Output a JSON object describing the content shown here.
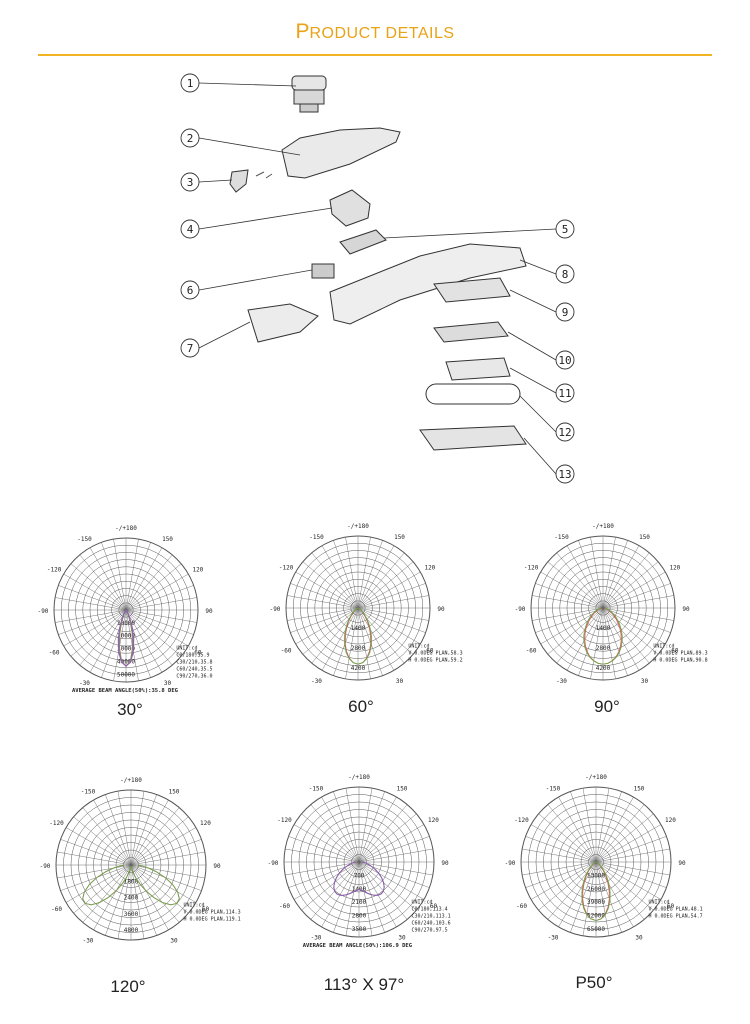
{
  "header": {
    "title_first": "P",
    "title_rest": "RODUCT DETAILS"
  },
  "parts": [
    "1",
    "2",
    "3",
    "4",
    "5",
    "6",
    "7",
    "8",
    "9",
    "10",
    "11",
    "12",
    "13"
  ],
  "diagrams": [
    {
      "caption": "30°",
      "angles": [
        "-/+180",
        "150",
        "-150",
        "120",
        "-120",
        "90",
        "-90",
        "60",
        "-60",
        "30",
        "-30"
      ],
      "radial": [
        "10000",
        "20000",
        "30000",
        "40000",
        "50000"
      ],
      "legend": [
        "UNIT:cd",
        "C0/180,35.9",
        "C30/210,35.8",
        "C60/240,35.5",
        "C90/270,36.0"
      ],
      "note": "AVERAGE BEAM ANGLE(50%):35.8 DEG"
    },
    {
      "caption": "60°",
      "angles": [
        "-/+180",
        "150",
        "-150",
        "120",
        "-120",
        "90",
        "-90",
        "60",
        "-60",
        "30",
        "-30"
      ],
      "radial": [
        "1400",
        "2800",
        "4200"
      ],
      "legend": [
        "UNIT:cd",
        "V 0.0DEG PLAN,58.3",
        "H 0.0DEG PLAN,59.2"
      ],
      "note": ""
    },
    {
      "caption": "90°",
      "angles": [
        "-/+180",
        "150",
        "-150",
        "120",
        "-120",
        "90",
        "-90",
        "60",
        "-60",
        "30",
        "-30"
      ],
      "radial": [
        "1400",
        "2800",
        "4200"
      ],
      "legend": [
        "UNIT:cd",
        "V 0.0DEG PLAN,89.3",
        "H 0.0DEG PLAN,90.8"
      ],
      "note": ""
    },
    {
      "caption": "120°",
      "angles": [
        "-/+180",
        "150",
        "-150",
        "120",
        "-120",
        "90",
        "-90",
        "60",
        "-60",
        "30",
        "-30"
      ],
      "radial": [
        "1800",
        "2400",
        "3600",
        "4800"
      ],
      "legend": [
        "UNIT:cd",
        "V 0.0DEG PLAN,114.3",
        "H 0.0DEG PLAN,119.1"
      ],
      "note": ""
    },
    {
      "caption": "113° X 97°",
      "angles": [
        "-/+180",
        "150",
        "-150",
        "120",
        "-120",
        "90",
        "-90",
        "60",
        "-60",
        "30",
        "-30"
      ],
      "radial": [
        "700",
        "1400",
        "2100",
        "2800",
        "3500"
      ],
      "legend": [
        "UNIT:cd",
        "C0/180,113.4",
        "C30/210,113.1",
        "C60/240,103.6",
        "C90/270,97.5"
      ],
      "note": "AVERAGE BEAM ANGLE(50%):106.9 DEG"
    },
    {
      "caption": "P50°",
      "angles": [
        "-/+180",
        "150",
        "-150",
        "120",
        "-120",
        "90",
        "-90",
        "60",
        "-60",
        "30",
        "-30"
      ],
      "radial": [
        "13000",
        "26000",
        "39000",
        "52000",
        "65000"
      ],
      "legend": [
        "UNIT:cd",
        "V 0.0DEG PLAN,48.1",
        "H 0.0DEG PLAN,54.7"
      ],
      "note": ""
    }
  ],
  "colors": {
    "accent": "#e8a317",
    "rule": "#f0b323",
    "series": [
      "#d9534f",
      "#6aa84f",
      "#4a90c2",
      "#9b59b6"
    ]
  }
}
